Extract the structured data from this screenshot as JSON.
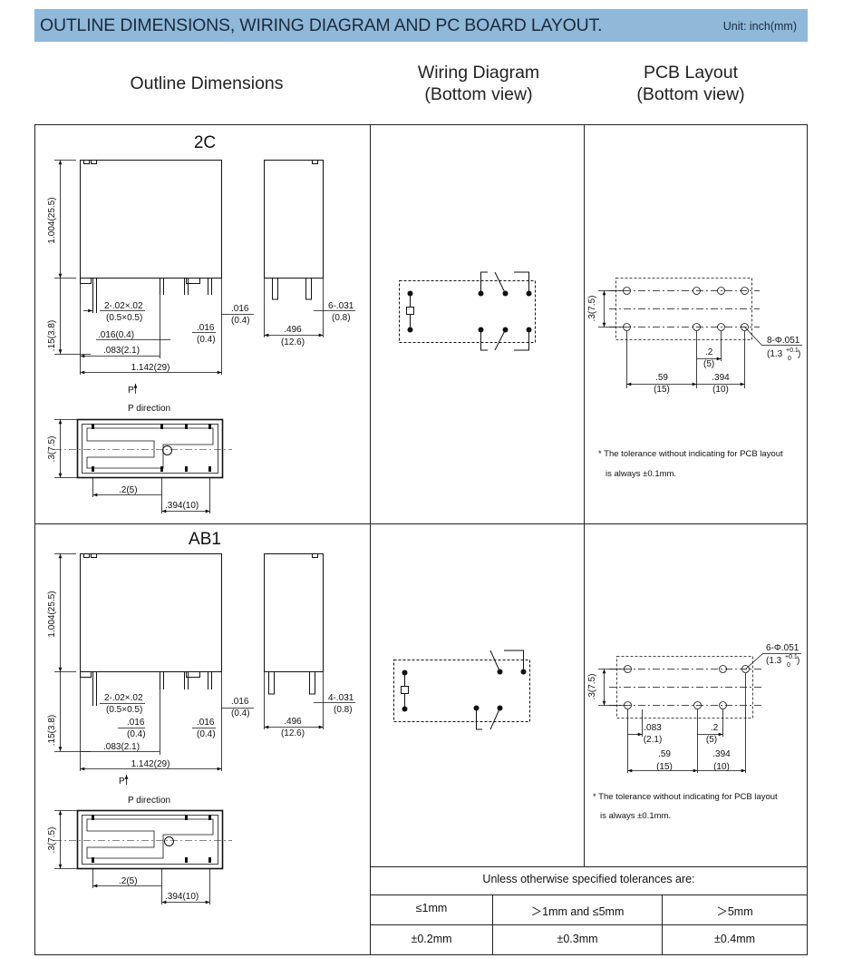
{
  "header": {
    "title": "OUTLINE DIMENSIONS, WIRING DIAGRAM AND PC BOARD LAYOUT.",
    "unit": "Unit: inch(mm)"
  },
  "columns": {
    "outline": "Outline Dimensions",
    "wiring_line1": "Wiring Diagram",
    "wiring_line2": "(Bottom view)",
    "pcb_line1": "PCB Layout",
    "pcb_line2": "(Bottom view)"
  },
  "section_2c": {
    "label": "2C",
    "dim_height": "1.004(25.5)",
    "dim_pin_height": ".15(3.8)",
    "dim_pin_size1": "2-.02×.02",
    "dim_pin_size2": "(0.5×0.5)",
    "dim_016a": ".016(0.4)",
    "dim_083": ".083(2.1)",
    "dim_016b_top": ".016",
    "dim_016b_bot": "(0.4)",
    "dim_016c_top": ".016",
    "dim_016c_bot": "(0.4)",
    "dim_width": "1.142(29)",
    "dim_side_pins_top": "6-.031",
    "dim_side_pins_bot": "(0.8)",
    "dim_side_width_top": ".496",
    "dim_side_width_bot": "(12.6)",
    "p_label": "P",
    "p_direction": "P  direction",
    "dim_bottom_height": ".3(7.5)",
    "dim_bottom_2": ".2(5)",
    "dim_bottom_394": ".394(10)",
    "pcb_height": ".3(7.5)",
    "pcb_hole_top": "8-Φ.051",
    "pcb_hole_bot": "(1.3",
    "pcb_hole_tol_plus": "+0.1",
    "pcb_hole_tol_zero": "0",
    "pcb_hole_close": ")",
    "pcb_2_top": ".2",
    "pcb_2_bot": "(5)",
    "pcb_59_top": ".59",
    "pcb_59_bot": "(15)",
    "pcb_394_top": ".394",
    "pcb_394_bot": "(10)",
    "note1": "* The tolerance without indicating for PCB layout",
    "note2": "is always ±0.1mm."
  },
  "section_ab1": {
    "label": "AB1",
    "dim_height": "1.004(25.5)",
    "dim_pin_height": ".15(3.8)",
    "dim_pin_size1": "2-.02×.02",
    "dim_pin_size2": "(0.5×0.5)",
    "dim_016a_top": ".016",
    "dim_016a_bot": "(0.4)",
    "dim_016b_top": ".016",
    "dim_016b_bot": "(0.4)",
    "dim_016c_top": ".016",
    "dim_016c_bot": "(0.4)",
    "dim_083": ".083(2.1)",
    "dim_width": "1.142(29)",
    "dim_side_pins_top": "4-.031",
    "dim_side_pins_bot": "(0.8)",
    "dim_side_width_top": ".496",
    "dim_side_width_bot": "(12.6)",
    "p_label": "P",
    "p_direction": "P  direction",
    "dim_bottom_height": ".3(7.5)",
    "dim_bottom_2": ".2(5)",
    "dim_bottom_394": ".394(10)",
    "pcb_height": ".3(7.5)",
    "pcb_hole_top": "6-Φ.051",
    "pcb_hole_bot": "(1.3",
    "pcb_hole_tol_plus": "+0.1",
    "pcb_hole_tol_zero": "0",
    "pcb_hole_close": ")",
    "pcb_083_top": ".083",
    "pcb_083_bot": "(2.1)",
    "pcb_2_top": ".2",
    "pcb_2_bot": "(5)",
    "pcb_59_top": ".59",
    "pcb_59_bot": "(15)",
    "pcb_394_top": ".394",
    "pcb_394_bot": "(10)",
    "note1": "* The tolerance without indicating for PCB layout",
    "note2": "is always ±0.1mm."
  },
  "tolerance_table": {
    "caption": "Unless otherwise specified tolerances are:",
    "headers": [
      "≤1mm",
      "＞1mm and ≤5mm",
      "＞5mm"
    ],
    "values": [
      "±0.2mm",
      "±0.3mm",
      "±0.4mm"
    ]
  }
}
